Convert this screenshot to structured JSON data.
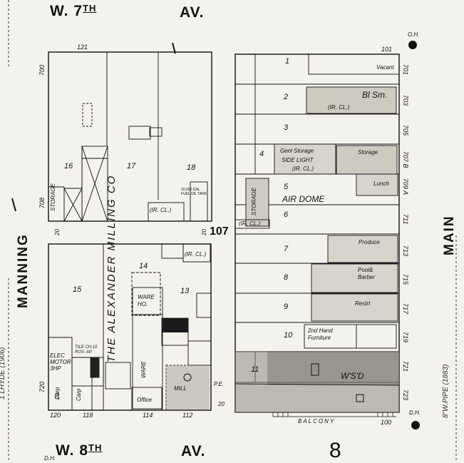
{
  "streets": {
    "top": [
      "W. 7",
      "TH",
      "AV."
    ],
    "bottom": [
      "W. 8",
      "TH",
      "AV."
    ],
    "left": "MANNING",
    "right": "MAIN"
  },
  "block_number": "107",
  "sheet_number": "8",
  "addresses_top": {
    "a": "121",
    "b": "101"
  },
  "addresses_bottom": {
    "a": "120",
    "b": "118",
    "c": "114",
    "d": "112",
    "e": "100"
  },
  "addresses_left": {
    "a": "700",
    "b": "708",
    "c": "720"
  },
  "addresses_right": [
    "701",
    "703",
    "705",
    "707 B",
    "709 A",
    "711",
    "713",
    "715",
    "717",
    "719",
    "721",
    "723"
  ],
  "lots": {
    "w": [
      "16",
      "17",
      "18",
      "15",
      "14",
      "13"
    ],
    "e": [
      "1",
      "2",
      "3",
      "4",
      "5",
      "6",
      "7",
      "8",
      "9",
      "10",
      "11"
    ]
  },
  "labels": {
    "milling_co": "THE ALEXANDER MILLING CO",
    "vacant": "Vacant",
    "bl_sm": "Bl Sm.",
    "ir_cl": "(IR. CL.)",
    "genl_storage": "Genl Storage",
    "side_light": "SIDE LIGHT",
    "storage": "Storage",
    "storage_v": "STORAGE",
    "lunch": "Lunch",
    "air_dome": "AIR DOME",
    "produce": "Produce",
    "pool_barber": [
      "Pool&",
      "Barber"
    ],
    "restrt": "Restrt",
    "furniture": [
      "2nd Hand",
      "Furniture"
    ],
    "ware_ho": [
      "WARE",
      "HO."
    ],
    "office": "Office",
    "mill": "MILL",
    "elec_motor": [
      "ELEC",
      "MOTOR",
      "3HP"
    ],
    "tile": [
      "TILE CH.10",
      "ROV. AP."
    ],
    "carp": "Carp",
    "balcony": "BALCONY",
    "oh": "O.H.",
    "dh": "D.H.",
    "wsd": "W'S'D",
    "tanks": [
      "10,000 GAL",
      "FUEL OIL TANK"
    ],
    "pe": "P.E.",
    "storage_small": "STORAGE",
    "d20": "20",
    "margin_left": "1 LHYDE (1906)",
    "margin_right": "8\"W.PIPE (1883)"
  }
}
